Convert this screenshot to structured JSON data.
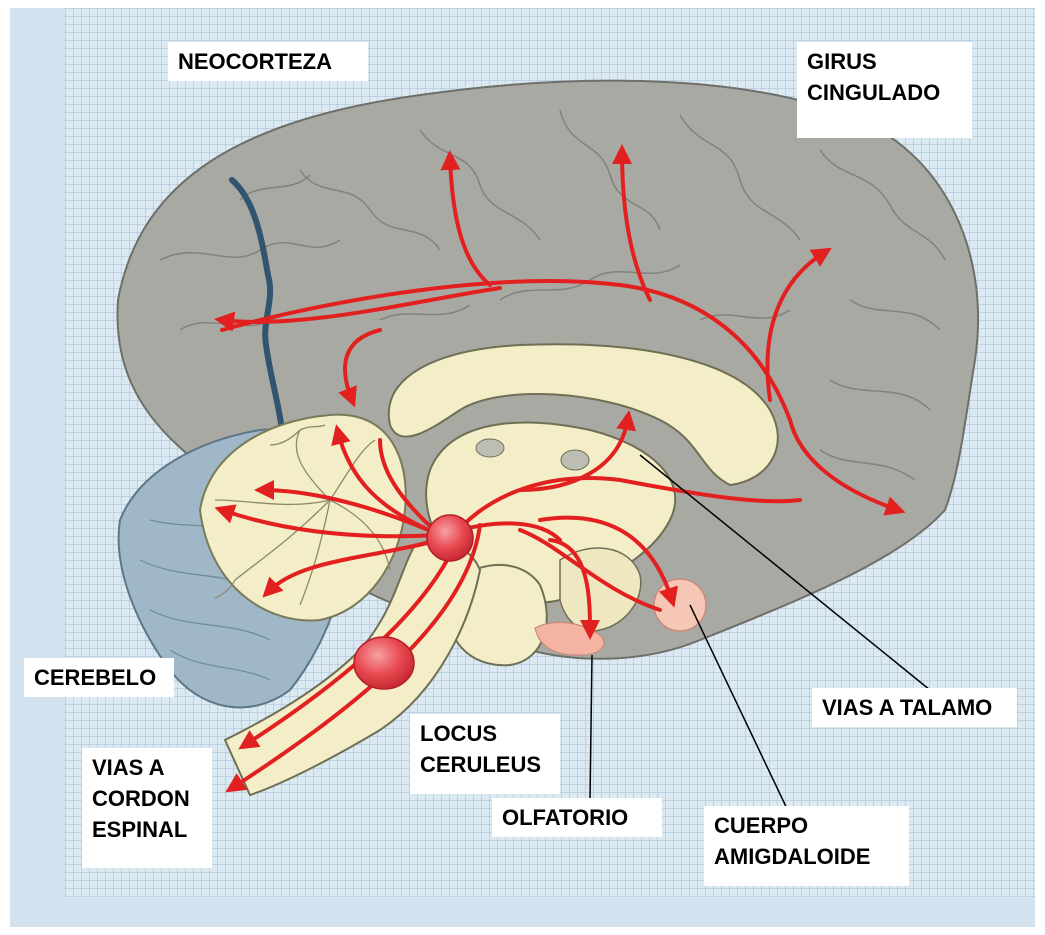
{
  "labels": {
    "neocorteza": [
      "NEOCORTEZA"
    ],
    "girus": [
      "GIRUS",
      "CINGULADO"
    ],
    "cerebelo": [
      "CEREBELO"
    ],
    "vias_talamo": [
      "VIAS A TALAMO"
    ],
    "vias_cordon": [
      "VIAS A",
      "CORDON",
      "ESPINAL"
    ],
    "locus": [
      "LOCUS",
      "CERULEUS"
    ],
    "olfatorio": [
      "OLFATORIO"
    ],
    "cuerpo": [
      "CUERPO",
      "AMIGDALOIDE"
    ]
  },
  "colors": {
    "background": "#d2e2ee",
    "cortex": "#a9a9a4",
    "cerebellum": "#9fb7c6",
    "inner_structures": "#f3eec8",
    "pathway_arrows": "#e32020",
    "nucleus": "#e8474f",
    "amygdala": "#f6c7b7",
    "olfactory": "#f4b3a3",
    "label_box": "#ffffff"
  },
  "icons": {
    "arrow": "red-pathway-arrow-icon",
    "nucleus": "red-nucleus-sphere-icon"
  }
}
